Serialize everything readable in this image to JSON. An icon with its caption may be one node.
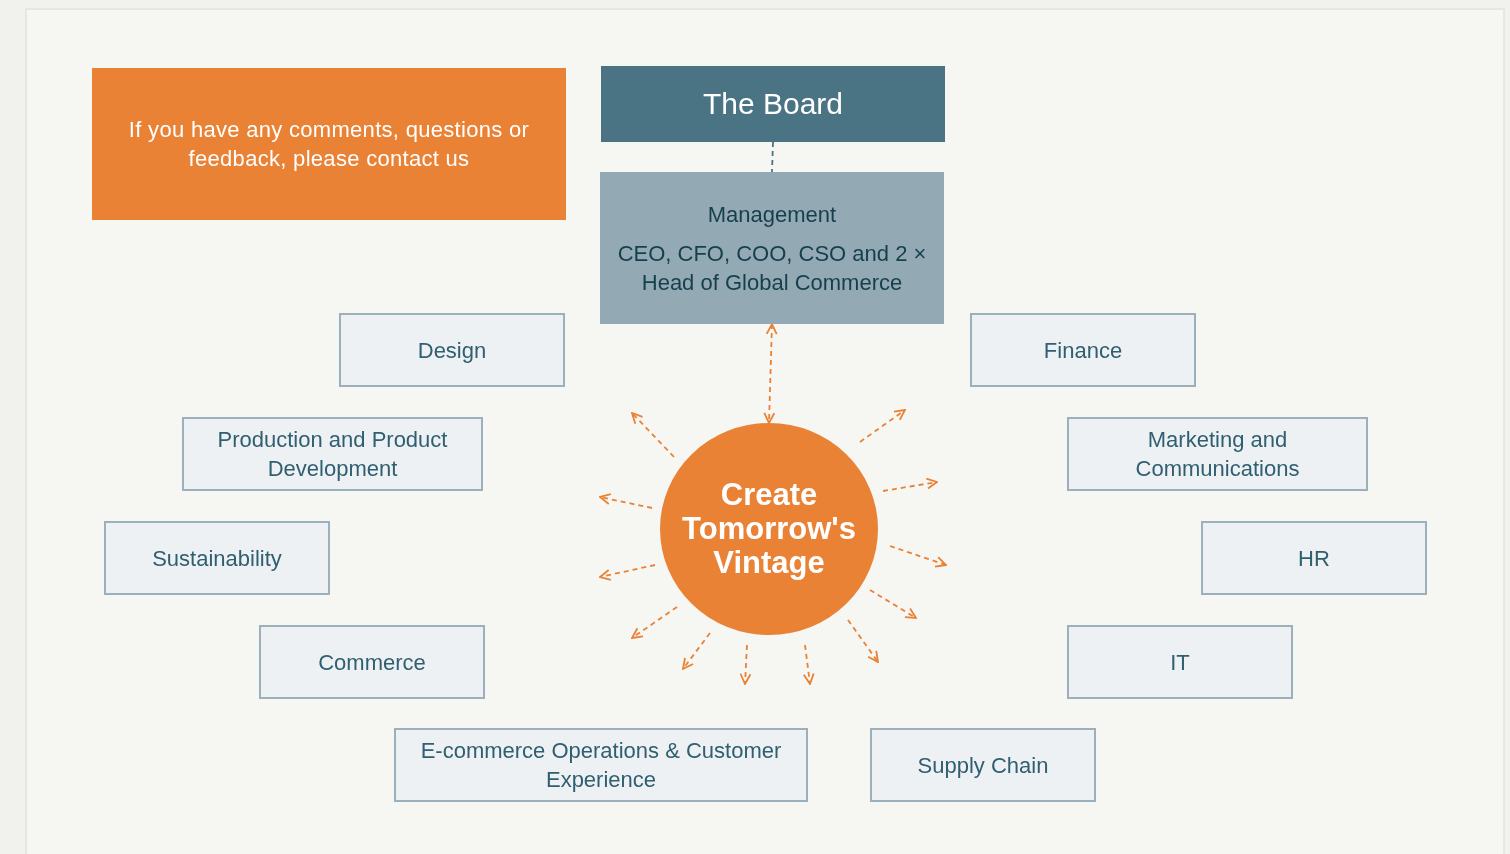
{
  "diagram": {
    "nodes": [
      {
        "text": [
          "The Board"
        ]
      },
      {
        "text": [
          "Management",
          "CEO, CFO, COO, CSO and 2 × Head of Global Commerce"
        ]
      },
      {
        "text": [
          "If you have any comments, questions or feedback, please contact us"
        ]
      },
      {
        "text": [
          "Create Tomorrow's Vintage"
        ]
      },
      {
        "text": [
          "Design"
        ]
      },
      {
        "text": [
          "Finance"
        ]
      },
      {
        "text": [
          "Production and Product Development"
        ]
      },
      {
        "text": [
          "Marketing and Communications"
        ]
      },
      {
        "text": [
          "Sustainability"
        ]
      },
      {
        "text": [
          "HR"
        ]
      },
      {
        "text": [
          "Commerce"
        ]
      },
      {
        "text": [
          "IT"
        ]
      },
      {
        "text": [
          "E-commerce Operations & Customer Experience"
        ]
      },
      {
        "text": [
          "Supply Chain"
        ]
      }
    ],
    "edges": [
      {
        "from": 0,
        "to": 1,
        "arrow": "none",
        "style": "dashed",
        "color": "#4a7384"
      },
      {
        "from": 1,
        "to": 3,
        "arrow": "both",
        "style": "dashed"
      },
      {
        "from": 3,
        "to": null,
        "arrow": "to",
        "style": "dashed"
      },
      {
        "from": 3,
        "to": null,
        "arrow": "to",
        "style": "dashed"
      },
      {
        "from": 3,
        "to": null,
        "arrow": "to",
        "style": "dashed"
      },
      {
        "from": 3,
        "to": null,
        "arrow": "to",
        "style": "dashed"
      },
      {
        "from": 3,
        "to": null,
        "arrow": "to",
        "style": "dashed"
      },
      {
        "from": 3,
        "to": null,
        "arrow": "to",
        "style": "dashed"
      },
      {
        "from": 3,
        "to": null,
        "arrow": "to",
        "style": "dashed"
      },
      {
        "from": 3,
        "to": null,
        "arrow": "to",
        "style": "dashed"
      },
      {
        "from": 3,
        "to": null,
        "arrow": "to",
        "style": "dashed"
      },
      {
        "from": 3,
        "to": null,
        "arrow": "to",
        "style": "dashed"
      },
      {
        "from": 3,
        "to": null,
        "arrow": "to",
        "style": "dashed"
      },
      {
        "from": 3,
        "to": null,
        "arrow": "to",
        "style": "dashed"
      }
    ]
  }
}
